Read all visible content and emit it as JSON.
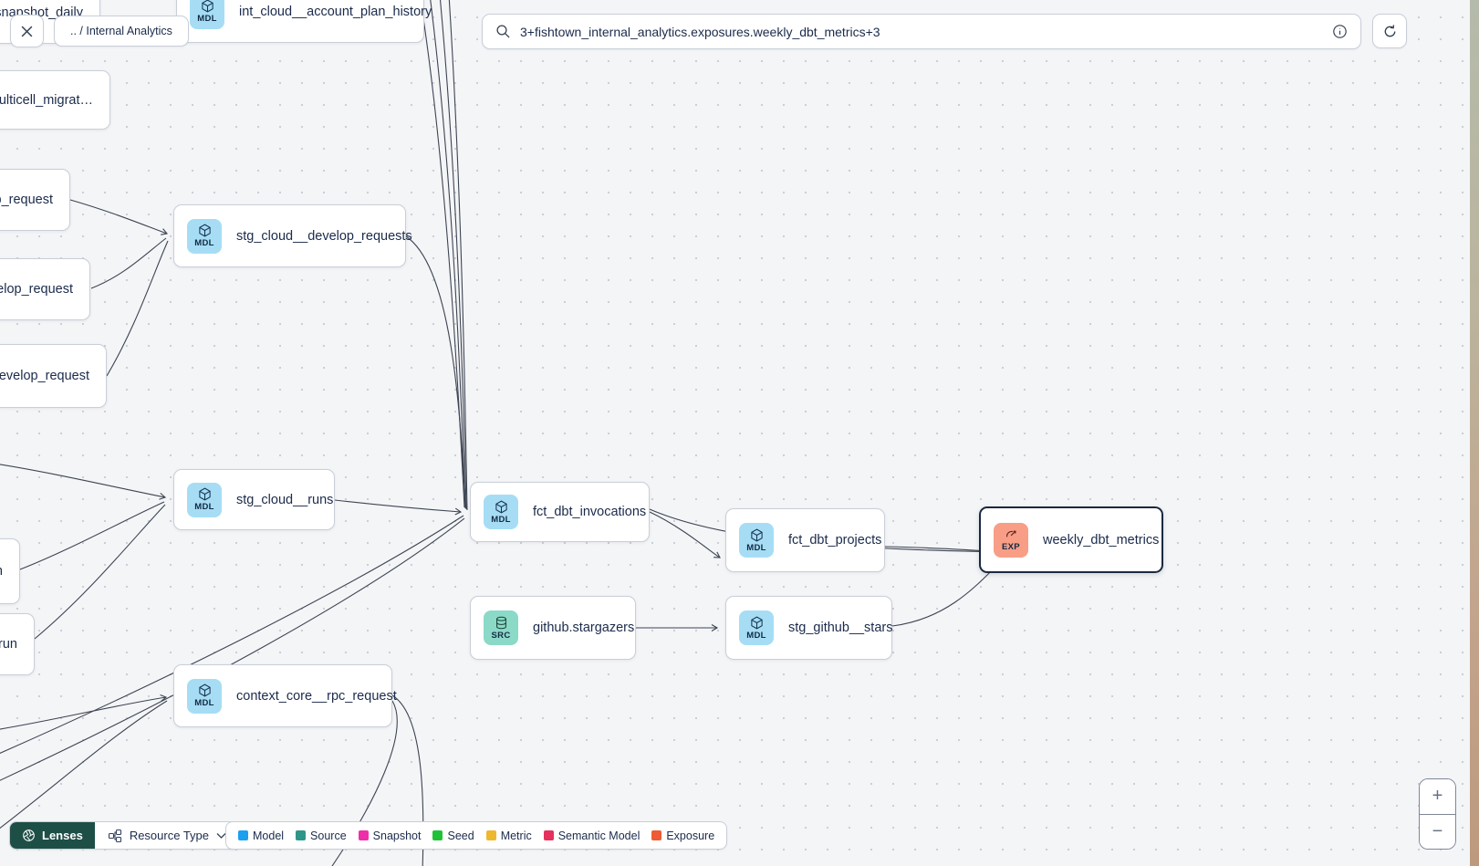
{
  "chrome": {
    "breadcrumb": ".. / Internal Analytics",
    "search": {
      "value": "3+fishtown_internal_analytics.exposures.weekly_dbt_metrics+3"
    },
    "lenses_label": "Lenses",
    "resource_type_label": "Resource Type",
    "zoom_in": "+",
    "zoom_out": "−"
  },
  "legend": {
    "items": [
      {
        "label": "Model",
        "color": "#1b9ff1"
      },
      {
        "label": "Source",
        "color": "#2e9688"
      },
      {
        "label": "Snapshot",
        "color": "#ee2fa8"
      },
      {
        "label": "Seed",
        "color": "#1fc237"
      },
      {
        "label": "Metric",
        "color": "#edb82f"
      },
      {
        "label": "Semantic Model",
        "color": "#e5315c"
      },
      {
        "label": "Exposure",
        "color": "#ed5a33"
      }
    ]
  },
  "badge_colors": {
    "model": "#a6ddf5",
    "source": "#8bd9c7",
    "exposure": "#f89e86"
  },
  "graph": {
    "nodes": [
      {
        "label": "snapshot_daily"
      },
      {
        "label": "int_cloud__account_plan_history",
        "badge": "MDL"
      },
      {
        "label": "multicell_migrat…"
      },
      {
        "label": "p_request"
      },
      {
        "label": "velop_request"
      },
      {
        "label": ".develop_request"
      },
      {
        "label": "n"
      },
      {
        "label": ".run"
      },
      {
        "label": "stg_cloud__develop_requests",
        "badge": "MDL"
      },
      {
        "label": "stg_cloud__runs",
        "badge": "MDL"
      },
      {
        "label": "fct_dbt_invocations",
        "badge": "MDL"
      },
      {
        "label": "fct_dbt_projects",
        "badge": "MDL"
      },
      {
        "label": "weekly_dbt_metrics",
        "badge": "EXP",
        "selected": true
      },
      {
        "label": "github.stargazers",
        "badge": "SRC"
      },
      {
        "label": "stg_github__stars",
        "badge": "MDL"
      },
      {
        "label": "context_core__rpc_request",
        "badge": "MDL"
      }
    ]
  }
}
